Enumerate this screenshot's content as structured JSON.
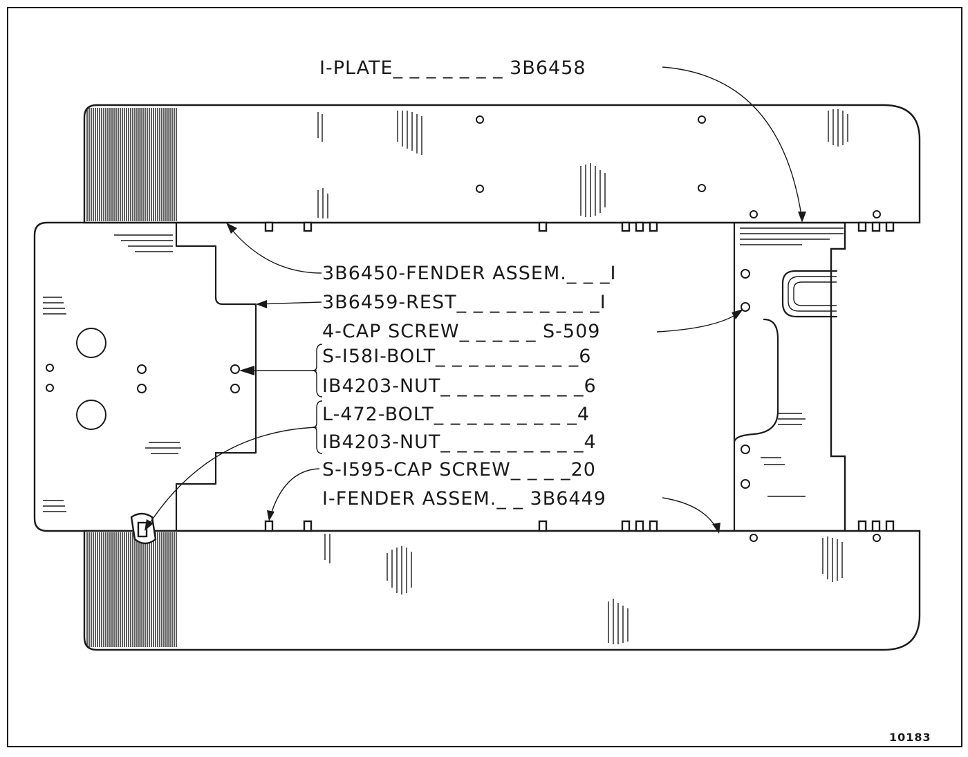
{
  "figure_number": "10183",
  "labels": {
    "plate": "I-PLATE_ _ _ _ _ _ _ 3B6458",
    "fender_assem_top": "3B6450-FENDER  ASSEM._ _ _I",
    "rest": "3B6459-REST_ _ _ _ _ _ _ _ _I",
    "cap_screw": "4-CAP  SCREW_ _ _ _ _ S-509",
    "bolt_1581": "S-I58I-BOLT_ _ _ _ _ _ _ _ _6",
    "nut_6": "IB4203-NUT_ _ _ _ _ _ _ _ _6",
    "bolt_472": "L-472-BOLT_ _ _ _ _ _ _ _ _4",
    "nut_4": "IB4203-NUT_ _ _ _ _ _ _ _ _4",
    "cap_screw_1595": "S-I595-CAP  SCREW_ _ _ _20",
    "fender_assem_bottom": "I-FENDER  ASSEM._ _ 3B6449"
  },
  "colors": {
    "ink": "#1a1a1a",
    "paper": "#ffffff"
  }
}
